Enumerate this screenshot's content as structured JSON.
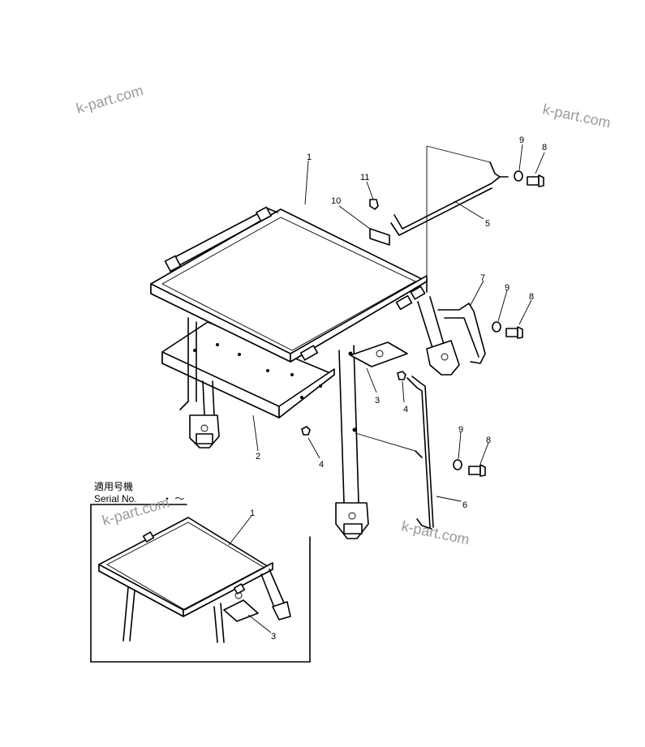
{
  "watermarks": [
    "k-part.com",
    "k-part.com",
    "k-part.com",
    "k-part.com"
  ],
  "callouts": {
    "main_1": "1",
    "main_2": "2",
    "main_3": "3",
    "main_4a": "4",
    "main_4b": "4",
    "main_5": "5",
    "main_6": "6",
    "main_7": "7",
    "main_8a": "8",
    "main_8b": "8",
    "main_8c": "8",
    "main_9a": "9",
    "main_9b": "9",
    "main_9c": "9",
    "main_10": "10",
    "main_11": "11",
    "inset_1": "1",
    "inset_3": "3"
  },
  "inset": {
    "applicable_label": "適用号機",
    "serial_label": "Serial No.",
    "serial_range": "・ ～"
  }
}
